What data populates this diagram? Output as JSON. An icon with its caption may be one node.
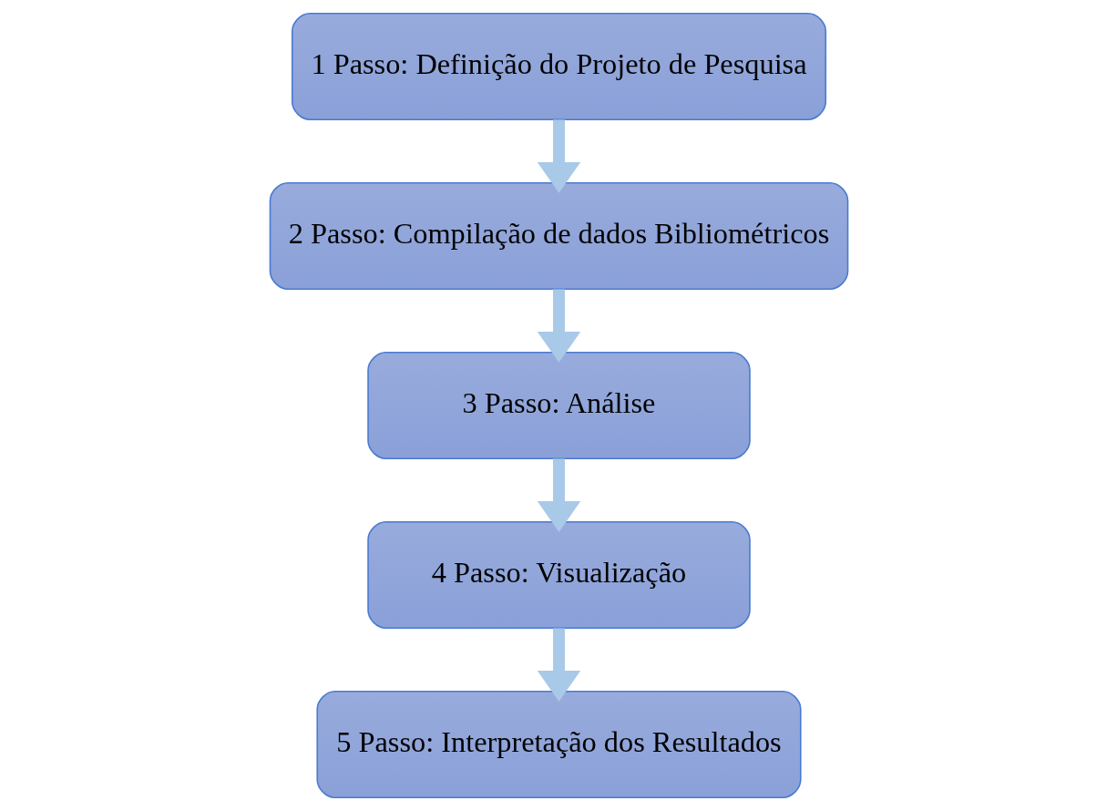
{
  "diagram": {
    "nodes": [
      {
        "text": [
          "1 Passo: Definição do Projeto de Pesquisa"
        ]
      },
      {
        "text": [
          "2 Passo: Compilação de dados Bibliométricos"
        ]
      },
      {
        "text": [
          "3 Passo: Análise"
        ]
      },
      {
        "text": [
          "4 Passo: Visualização"
        ]
      },
      {
        "text": [
          "5 Passo: Interpretação dos Resultados"
        ]
      }
    ],
    "edges": [
      {
        "from": 0,
        "to": 1,
        "arrow": "to"
      },
      {
        "from": 1,
        "to": 2,
        "arrow": "to"
      },
      {
        "from": 2,
        "to": 3,
        "arrow": "to"
      },
      {
        "from": 3,
        "to": 4,
        "arrow": "to"
      }
    ]
  }
}
